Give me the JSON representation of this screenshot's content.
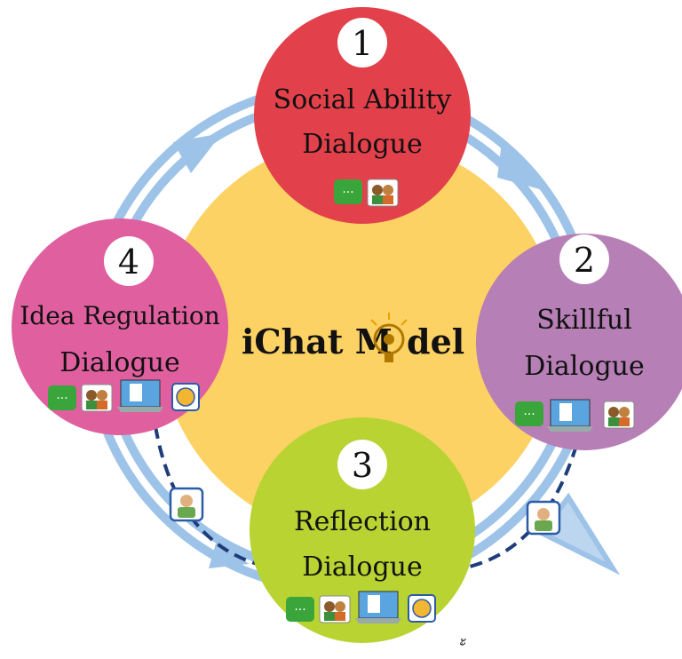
{
  "center": {
    "title_left": "iChat M",
    "title_right": "del"
  },
  "nodes": {
    "node1": {
      "number": "1",
      "line1": "Social Ability",
      "line2": "Dialogue",
      "color": "#e2414b",
      "icons": [
        "chat-icon",
        "people-icon"
      ]
    },
    "node2": {
      "number": "2",
      "line1": "Skillful",
      "line2": "Dialogue",
      "color": "#b67fb5",
      "icons": [
        "chat-icon",
        "laptop-icon",
        "people-icon"
      ]
    },
    "node3": {
      "number": "3",
      "line1": "Reflection",
      "line2": "Dialogue",
      "color": "#b8d332",
      "icons": [
        "chat-icon",
        "people-icon",
        "laptop-icon",
        "globe-icon"
      ]
    },
    "node4": {
      "number": "4",
      "line1": "Idea Regulation",
      "line2": "Dialogue",
      "color": "#e0609f",
      "icons": [
        "chat-icon",
        "people-icon",
        "laptop-icon",
        "globe-icon"
      ]
    }
  },
  "colors": {
    "center_fill": "#fdd264",
    "cycle_arrow": "#9ec3e8",
    "dashed_path": "#1f3d7a"
  },
  "bottom_glyph": "ั้"
}
